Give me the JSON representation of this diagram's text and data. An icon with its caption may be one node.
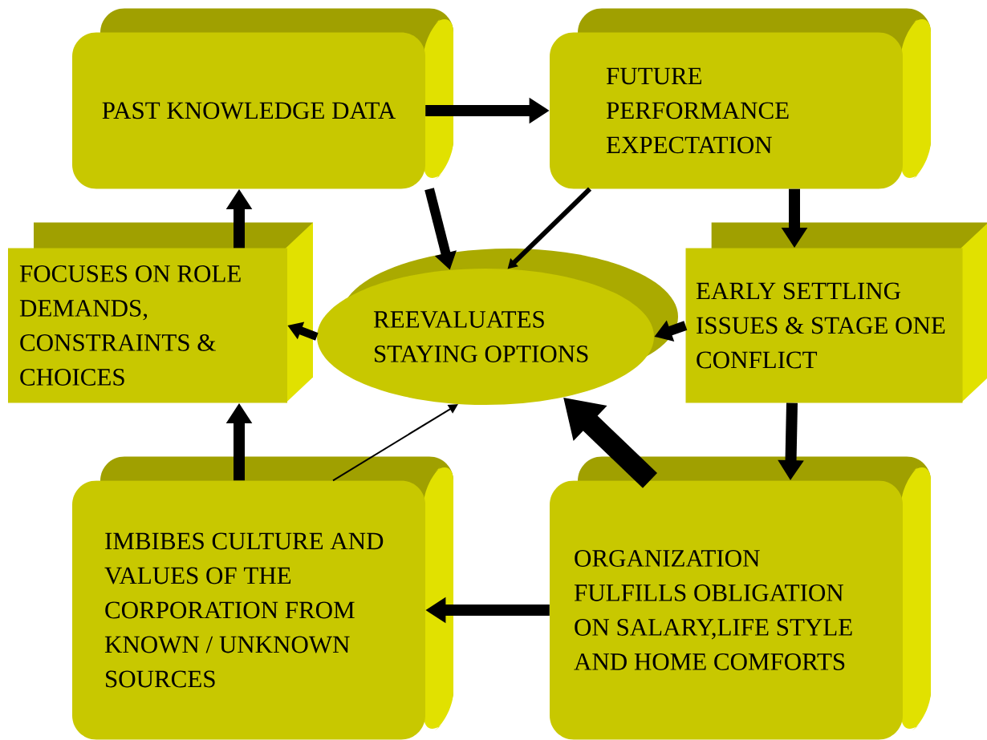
{
  "diagram": {
    "nodes": [
      {
        "text": [
          "PAST KNOWLEDGE DATA"
        ]
      },
      {
        "text": [
          "FUTURE PERFORMANCE EXPECTATION"
        ]
      },
      {
        "text": [
          "FOCUSES ON ROLE DEMANDS, CONSTRAINTS & CHOICES"
        ]
      },
      {
        "text": [
          "REEVALUATES STAYING OPTIONS"
        ]
      },
      {
        "text": [
          "EARLY SETTLING ISSUES & STAGE ONE CONFLICT"
        ]
      },
      {
        "text": [
          "IMBIBES CULTURE AND VALUES OF THE CORPORATION FROM KNOWN / UNKNOWN SOURCES"
        ]
      },
      {
        "text": [
          "ORGANIZATION FULFILLS OBLIGATION ON SALARY,LIFE STYLE AND HOME COMFORTS"
        ]
      }
    ],
    "edges": [
      {
        "from": 0,
        "to": 1,
        "arrow": "to"
      },
      {
        "from": 0,
        "to": 3,
        "arrow": "to"
      },
      {
        "from": 1,
        "to": 3,
        "arrow": "to"
      },
      {
        "from": 1,
        "to": 4,
        "arrow": "to"
      },
      {
        "from": 4,
        "to": 6,
        "arrow": "to"
      },
      {
        "from": 6,
        "to": 5,
        "arrow": "to"
      },
      {
        "from": 5,
        "to": 2,
        "arrow": "to"
      },
      {
        "from": 2,
        "to": 0,
        "arrow": "to"
      },
      {
        "from": 6,
        "to": 3,
        "arrow": "to",
        "style": "thick"
      },
      {
        "from": 5,
        "to": 3,
        "arrow": "to"
      },
      {
        "from": 4,
        "to": 3,
        "arrow": "to"
      },
      {
        "from": 3,
        "to": 2,
        "arrow": "to"
      }
    ]
  }
}
